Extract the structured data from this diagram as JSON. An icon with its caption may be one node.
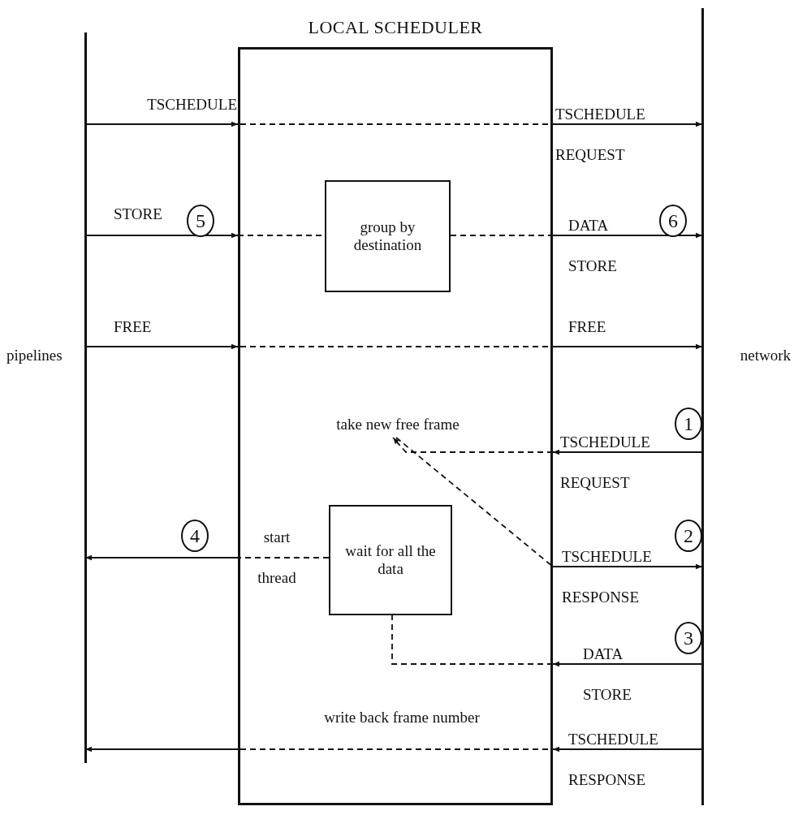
{
  "diagram": {
    "nodes": [
      {
        "text": [
          "LOCAL SCHEDULER"
        ]
      },
      {
        "text": [
          "group by destination"
        ],
        "in": 0
      },
      {
        "text": [
          "wait for all the data"
        ],
        "in": 0
      },
      {
        "text": [
          "pipelines"
        ]
      },
      {
        "text": [
          "network"
        ]
      },
      {
        "text": [
          "take new free frame"
        ],
        "in": 0
      }
    ],
    "edges": [
      {
        "from": 3,
        "to": 0,
        "arrow": "to",
        "label": "TSCHEDULE"
      },
      {
        "from": 0,
        "to": 4,
        "arrow": "to",
        "label": "TSCHEDULE REQUEST"
      },
      {
        "from": 3,
        "to": 0,
        "arrow": "to",
        "label": "STORE"
      },
      {
        "from": 0,
        "to": 1,
        "arrow": "none",
        "style": "dashed"
      },
      {
        "from": 1,
        "to": 0,
        "arrow": "none",
        "style": "dashed"
      },
      {
        "from": 0,
        "to": 4,
        "arrow": "to",
        "label": "DATA STORE"
      },
      {
        "from": 3,
        "to": 0,
        "arrow": "to",
        "label": "FREE"
      },
      {
        "from": 0,
        "to": 4,
        "arrow": "to",
        "label": "FREE"
      },
      {
        "from": 4,
        "to": 0,
        "arrow": "to",
        "label": "TSCHEDULE REQUEST"
      },
      {
        "from": 0,
        "to": 5,
        "arrow": "to",
        "style": "dashed"
      },
      {
        "from": 5,
        "to": 0,
        "arrow": "none",
        "style": "dashed"
      },
      {
        "from": 0,
        "to": 4,
        "arrow": "to",
        "label": "TSCHEDULE RESPONSE"
      },
      {
        "from": 2,
        "to": 0,
        "arrow": "none",
        "style": "dashed"
      },
      {
        "from": 0,
        "to": 3,
        "arrow": "to"
      },
      {
        "from": 4,
        "to": 0,
        "arrow": "to",
        "label": "DATA STORE"
      },
      {
        "from": 0,
        "to": 2,
        "arrow": "none",
        "style": "dashed"
      },
      {
        "from": 4,
        "to": 0,
        "arrow": "to",
        "label": "TSCHEDULE RESPONSE"
      },
      {
        "from": 0,
        "to": 3,
        "arrow": "to"
      }
    ],
    "labels": [
      "5",
      "6",
      "1",
      "4",
      "start thread",
      "2",
      "3",
      "write back frame number"
    ]
  }
}
